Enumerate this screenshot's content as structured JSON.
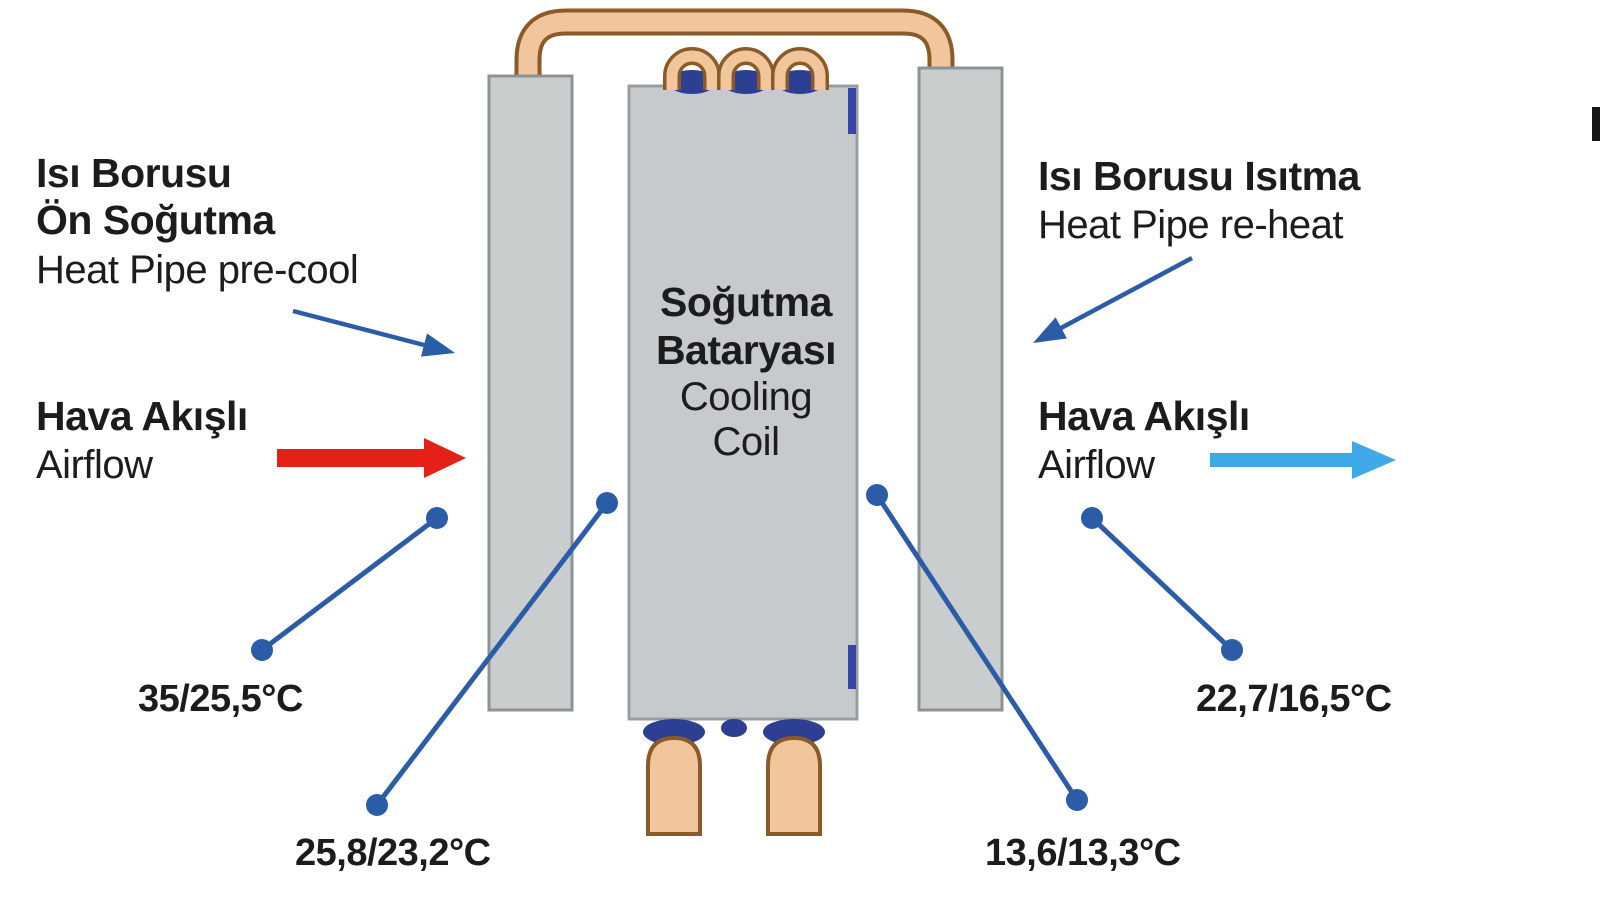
{
  "labels": {
    "precool": {
      "tr1": "Isı Borusu",
      "tr2": "Ön Soğutma",
      "en": "Heat Pipe pre-cool"
    },
    "airflow_in": {
      "tr": "Hava Akışlı",
      "en": "Airflow"
    },
    "coil": {
      "tr1": "Soğutma",
      "tr2": "Bataryası",
      "en1": "Cooling",
      "en2": "Coil"
    },
    "reheat": {
      "tr": "Isı Borusu Isıtma",
      "en": "Heat Pipe re-heat"
    },
    "airflow_out": {
      "tr": "Hava Akışlı",
      "en": "Airflow"
    }
  },
  "temperatures": {
    "inlet": "35/25,5°C",
    "after_precool": "25,8/23,2°C",
    "after_coil": "13,6/13,3°C",
    "outlet": "22,7/16,5°C"
  },
  "colors": {
    "leader_blue": "#2b5ca8",
    "airflow_red": "#e32119",
    "airflow_light_blue": "#3fa9e8",
    "pipe_copper": "#f2c69c",
    "pipe_outline": "#8a5a28",
    "panel_gray": "#c9cdce",
    "coil_gray": "#c6cacc",
    "header_blue": "#2c3f92",
    "text": "#1c1c1c"
  }
}
